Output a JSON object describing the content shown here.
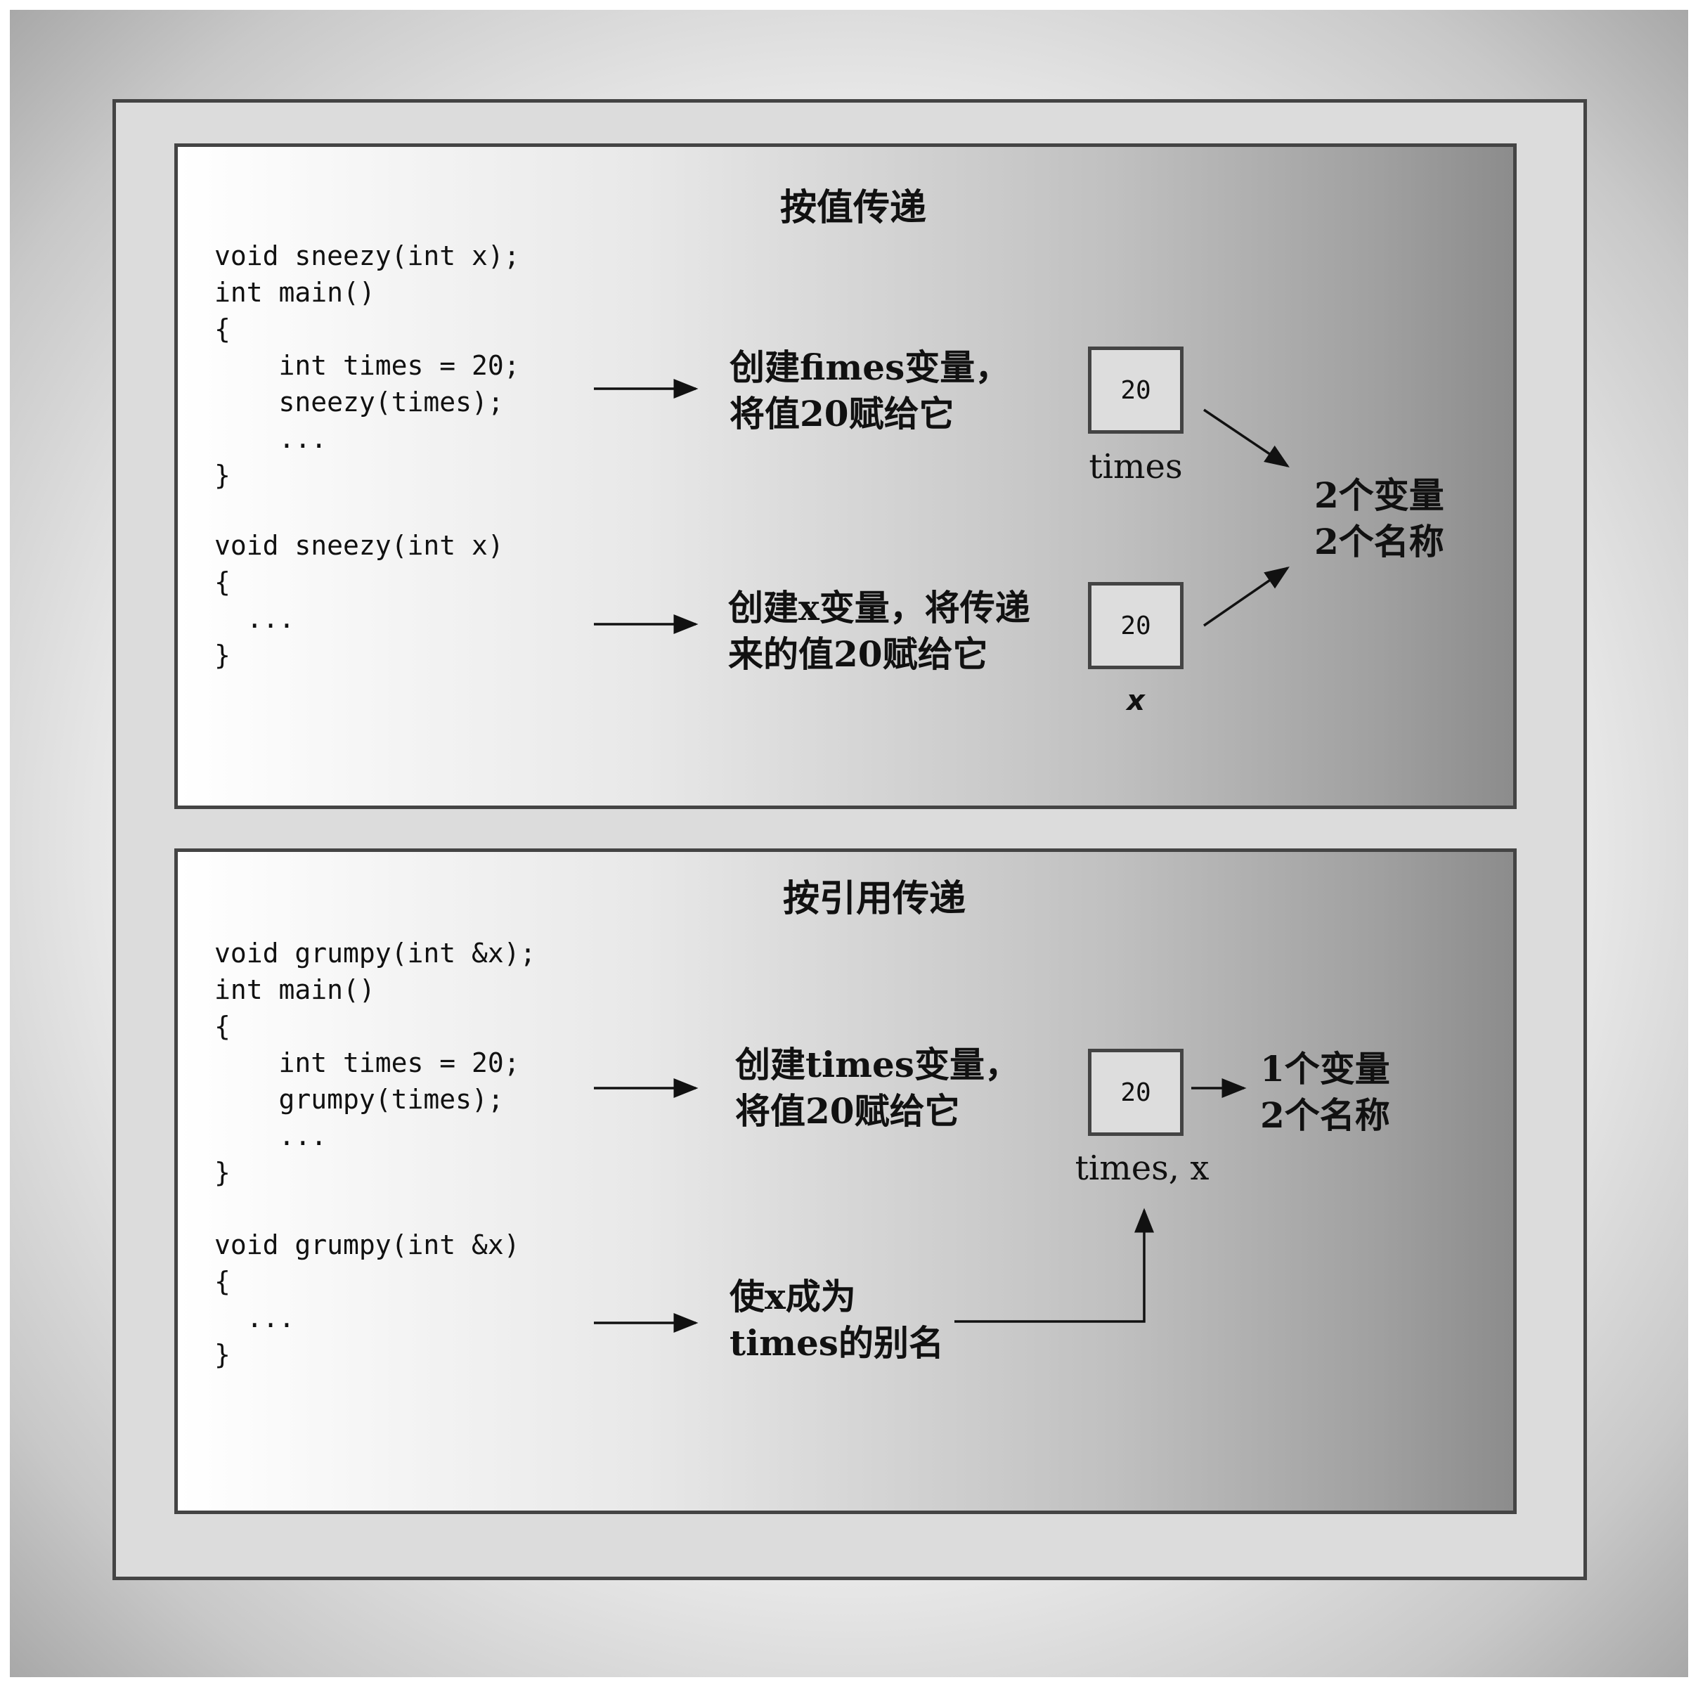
{
  "by_value": {
    "title": "按值传递",
    "code_main": [
      "void sneezy(int x);",
      "int main()",
      "{",
      "    int times = 20;",
      "    sneezy(times);",
      "    ...",
      "}"
    ],
    "code_func": [
      "void sneezy(int x)",
      "{",
      "  ...",
      "}"
    ],
    "note_main": [
      "创建fimes变量，",
      "将值20赋给它"
    ],
    "note_func": [
      "创建x变量，将传递",
      "来的值20赋给它"
    ],
    "box_times": {
      "value": "20",
      "name": "times"
    },
    "box_x": {
      "value": "20",
      "name": "x"
    },
    "result": [
      "2个变量",
      "2个名称"
    ]
  },
  "by_reference": {
    "title": "按引用传递",
    "code_main": [
      "void grumpy(int &x);",
      "int main()",
      "{",
      "    int times = 20;",
      "    grumpy(times);",
      "    ...",
      "}"
    ],
    "code_func": [
      "void grumpy(int &x)",
      "{",
      "  ...",
      "}"
    ],
    "note_main": [
      "创建times变量，",
      "将值20赋给它"
    ],
    "note_func": [
      "使x成为",
      "times的别名"
    ],
    "box": {
      "value": "20",
      "name": "times, x"
    },
    "result": [
      "1个变量",
      "2个名称"
    ]
  }
}
